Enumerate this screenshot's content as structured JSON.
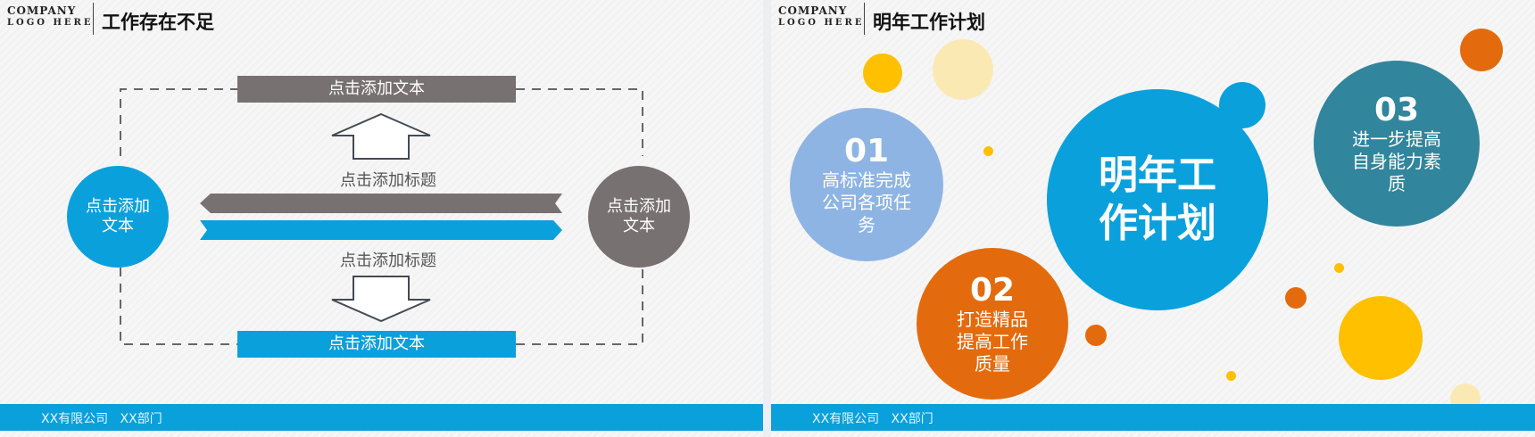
{
  "left": {
    "logo": {
      "line1": "COMPANY",
      "line2": "LOGO HERE"
    },
    "title": "工作存在不足",
    "top_bar": "点击添加文本",
    "bottom_bar": "点击添加文本",
    "heading_top": "点击添加标题",
    "heading_bottom": "点击添加标题",
    "circle_left": "点击添加文本",
    "circle_right": "点击添加文本",
    "footer": "XX有限公司   XX部门"
  },
  "right": {
    "logo": {
      "line1": "COMPANY",
      "line2": "LOGO HERE"
    },
    "title": "明年工作计划",
    "center": "明年工作计划",
    "items": [
      {
        "num": "01",
        "text": "高标准完成公司各项任务"
      },
      {
        "num": "02",
        "text": "打造精品提高工作质量"
      },
      {
        "num": "03",
        "text": "进一步提高自身能力素质"
      }
    ],
    "footer": "XX有限公司   XX部门"
  },
  "colors": {
    "blue": "#0aa0dc",
    "gray": "#777171",
    "orange": "#e36b0e",
    "yellow": "#ffc000",
    "teal": "#31859c",
    "light_blue": "#8eb4e3",
    "pale_yellow": "#fbe9b4"
  }
}
